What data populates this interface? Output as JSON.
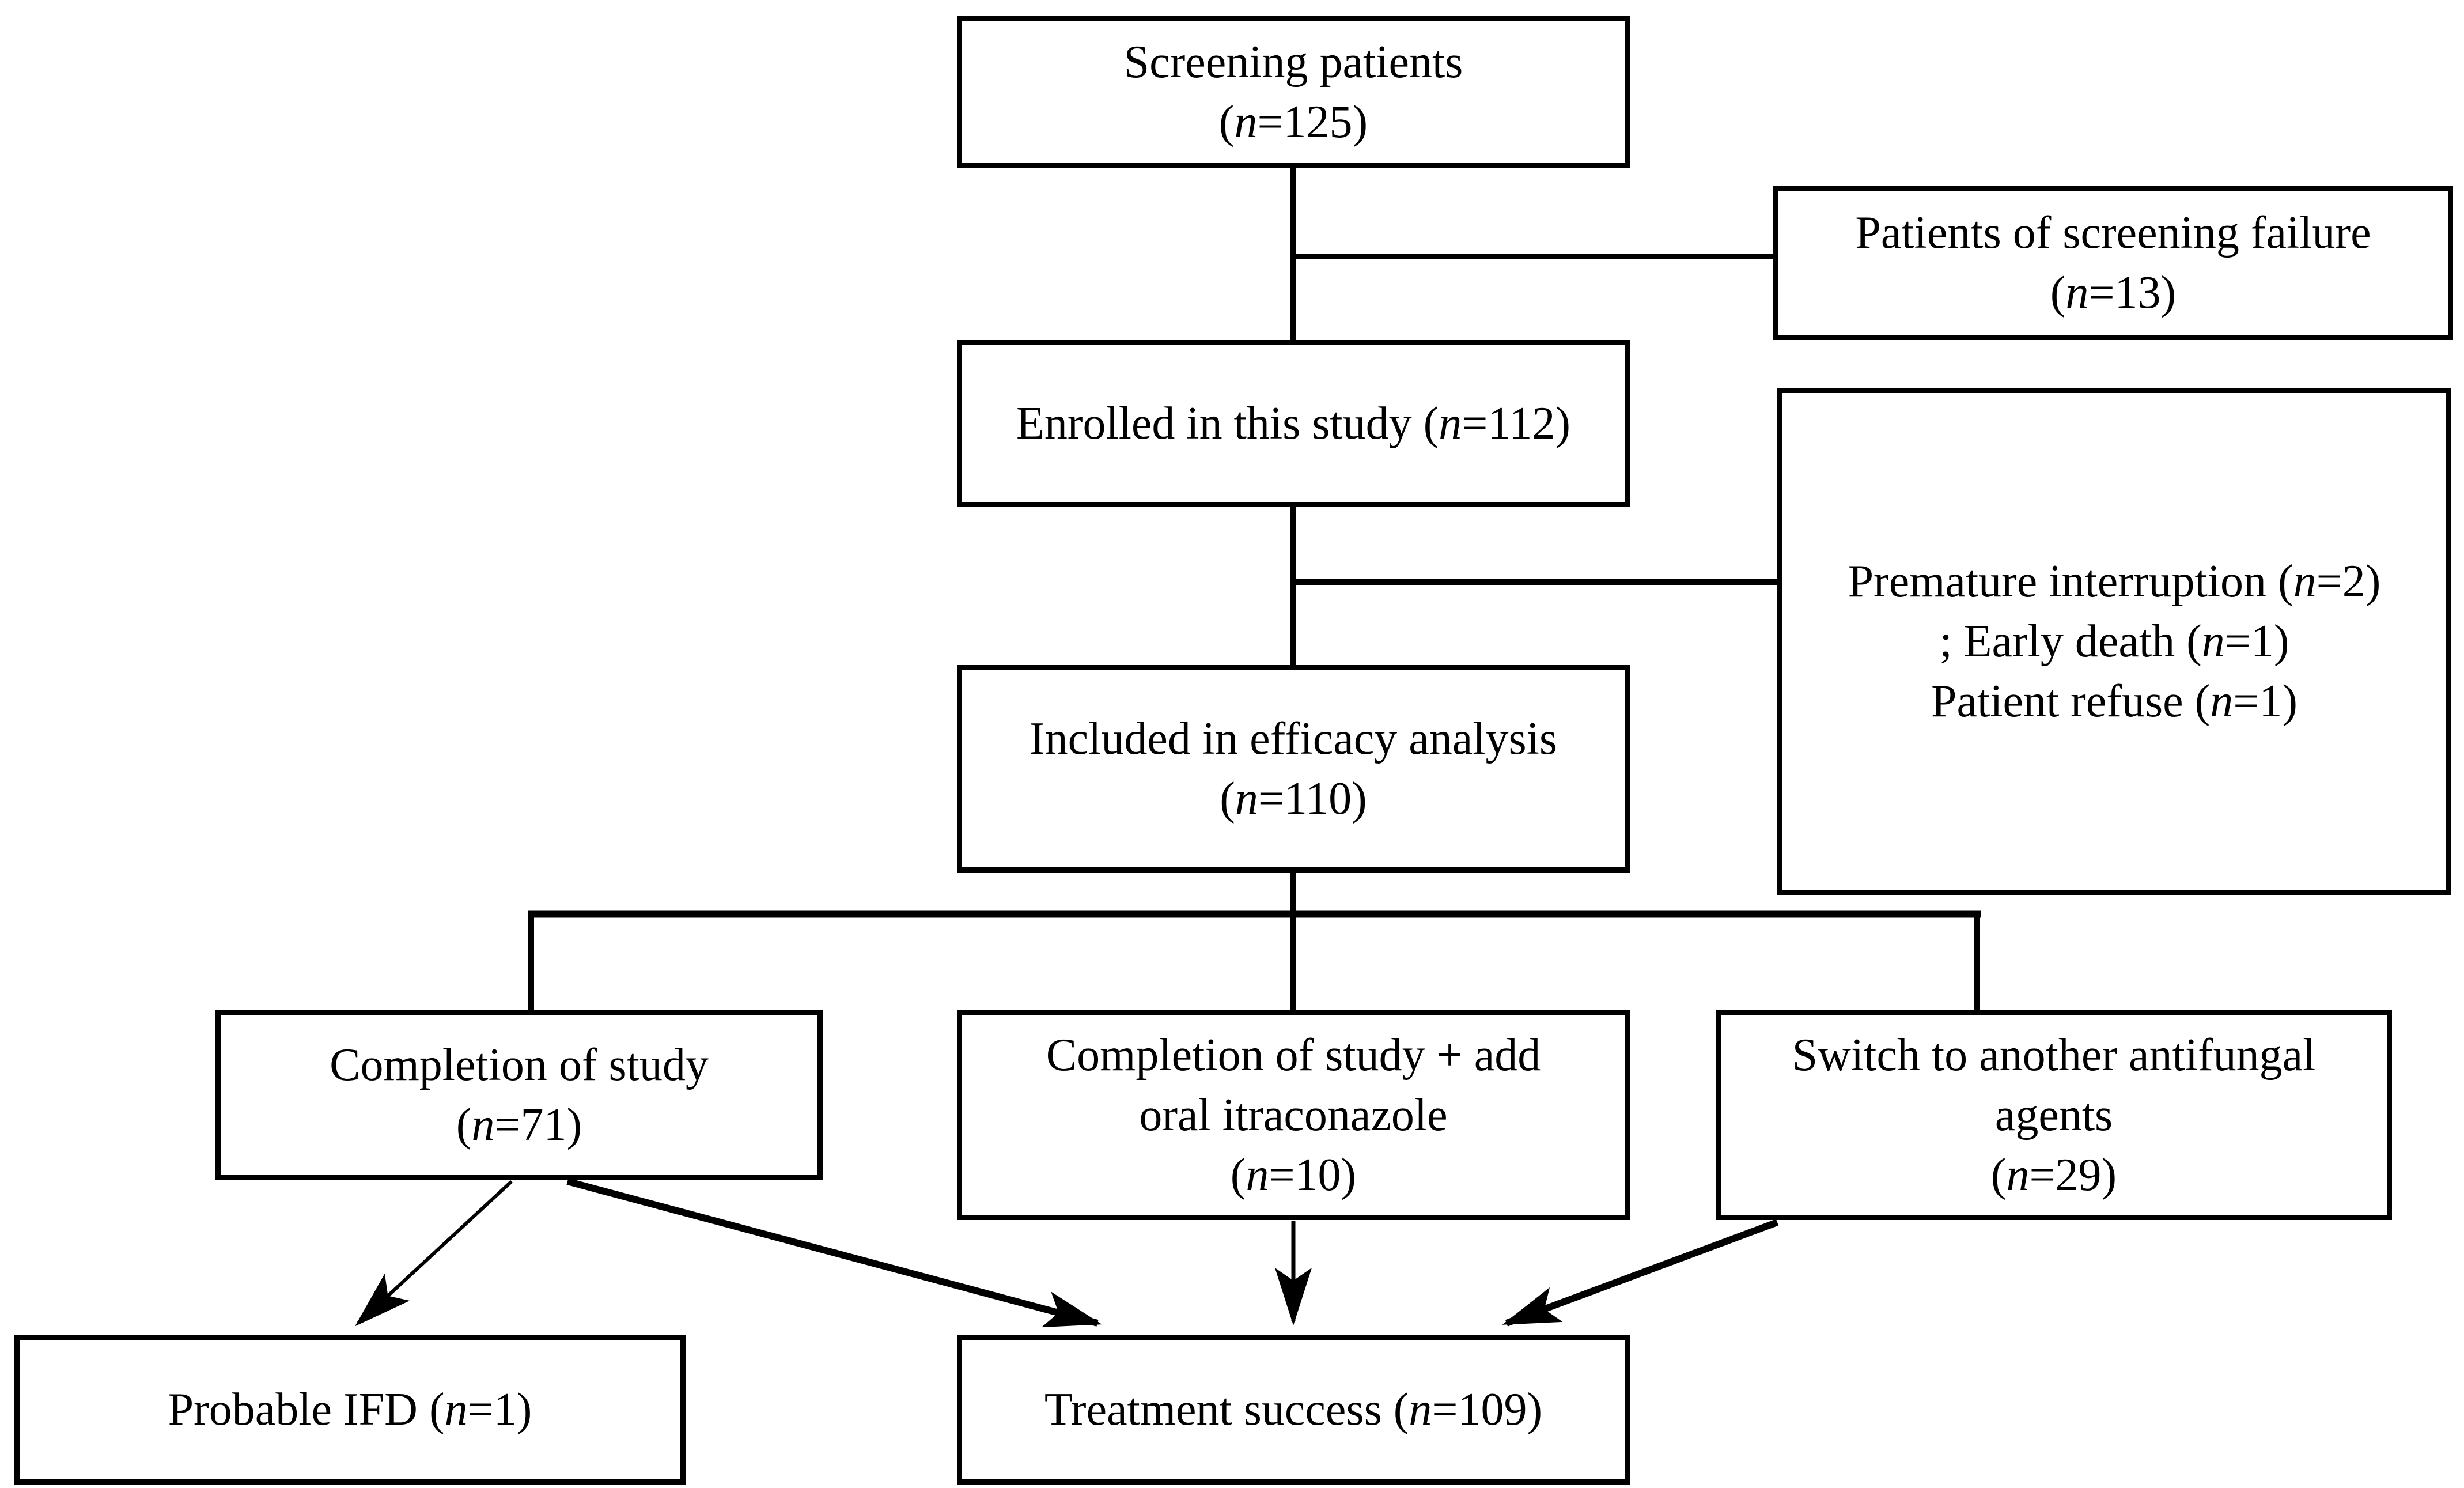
{
  "diagram": {
    "type": "patient-flow-chart",
    "line_color": "#000000",
    "background_color": "#ffffff"
  },
  "boxes": {
    "screening": {
      "lines": [
        "Screening patients",
        "(n=125)"
      ]
    },
    "failure": {
      "lines": [
        "Patients of screening failure",
        "(n=13)"
      ]
    },
    "enrolled": {
      "lines": [
        "Enrolled in this study (n=112)"
      ]
    },
    "premature": {
      "lines": [
        "Premature interruption (n=2)",
        "; Early death (n=1)",
        "Patient refuse (n=1)"
      ]
    },
    "included": {
      "lines": [
        "Included in efficacy analysis",
        "(n=110)"
      ]
    },
    "completion": {
      "lines": [
        "Completion of study",
        "(n=71)"
      ]
    },
    "addoral": {
      "lines": [
        "Completion of study + add",
        "oral itraconazole",
        "(n=10)"
      ]
    },
    "switch": {
      "lines": [
        "Switch to another antifungal",
        "agents",
        "(n=29)"
      ]
    },
    "ifd": {
      "lines": [
        "Probable IFD (n=1)"
      ]
    },
    "success": {
      "lines": [
        "Treatment success (n=109)"
      ]
    }
  }
}
